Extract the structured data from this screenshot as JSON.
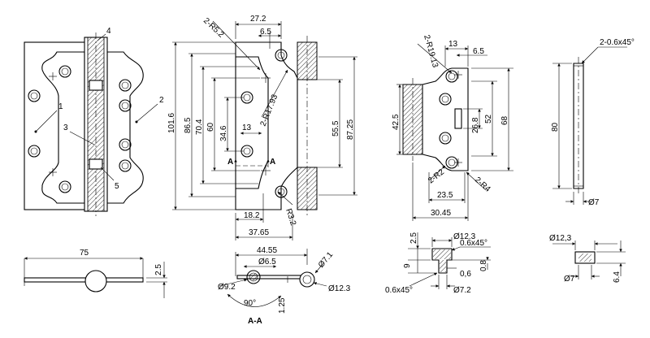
{
  "views": {
    "front": {
      "callouts": {
        "c1": "1",
        "c2": "2",
        "c3": "3",
        "c4": "4",
        "c5": "5"
      }
    },
    "top_view": {
      "width": "75",
      "thickness": "2.5"
    },
    "center_view": {
      "dims": {
        "w27_2": "27.2",
        "w6_5": "6.5",
        "r5_2": "2-R5.2",
        "r17_93": "2-R17.93",
        "h101_6": "101.6",
        "h86_5": "86.5",
        "h70_4": "70.4",
        "h60": "60",
        "h34_6": "34.6",
        "w13": "13",
        "h55_5": "55.5",
        "h87_25": "87.25",
        "w18_2": "18.2",
        "r3_2": "R3.2",
        "w37_65": "37.65",
        "sec_a_left": "A",
        "sec_a_right": "A"
      }
    },
    "section_aa": {
      "dims": {
        "w44_55": "44.55",
        "d6_5": "Ø6.5",
        "d7_1": "Ø7.1",
        "d9_2": "Ø9.2",
        "d12_3": "Ø12.3",
        "h1_25": "1.25",
        "angle": "90°"
      },
      "title": "A-A"
    },
    "right_plate": {
      "dims": {
        "r19_13": "2-R19.13",
        "w13": "13",
        "w6_5": "6.5",
        "h42_5": "42.5",
        "h26_8": "26.8",
        "h52": "52",
        "h68": "68",
        "r2": "2-R2",
        "r4": "2-R4",
        "w23_5": "23.5",
        "w30_45": "30.45"
      }
    },
    "pin": {
      "dims": {
        "chamfer": "2-0.6x45°",
        "h80": "80",
        "d7": "Ø7"
      }
    },
    "bushing": {
      "dims": {
        "d12_3": "Ø12.3",
        "chamfer_top": "0.6x45°",
        "h2_5": "2.5",
        "h9": "9",
        "w0_6": "0,6",
        "h0_8": "0.8",
        "chamfer_bot": "0.6x45°",
        "d7_2": "Ø7.2"
      }
    },
    "washer": {
      "dims": {
        "d12_3": "Ø12,3",
        "d7": "Ø7",
        "h6_4": "6.4"
      }
    }
  }
}
